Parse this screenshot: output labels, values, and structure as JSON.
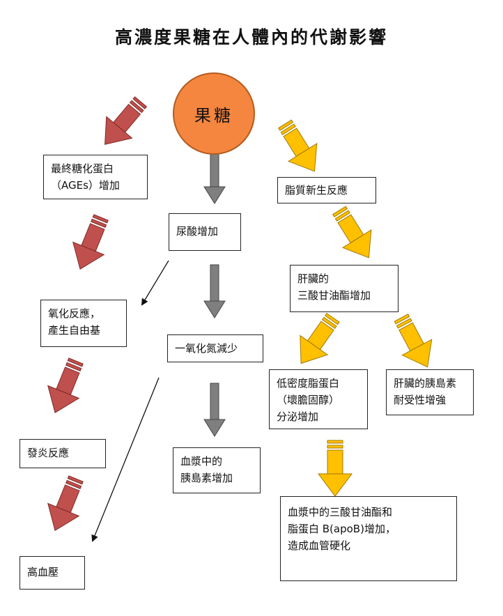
{
  "title": "高濃度果糖在人體內的代謝影響",
  "center": "果糖",
  "colors": {
    "red_arrow": "#c0504d",
    "yellow_arrow": "#ffc000",
    "gray_arrow": "#7f7f7f",
    "circle": "#f5863f"
  },
  "nodes": {
    "ages": [
      "最終糖化蛋白",
      "（AGEs）增加"
    ],
    "oxidation": [
      "氧化反應，",
      "產生自由基"
    ],
    "inflammation": [
      "發炎反應"
    ],
    "hypertension": [
      "高血壓"
    ],
    "uric_acid": [
      "尿酸增加"
    ],
    "nitric_oxide": [
      "一氧化氮減少"
    ],
    "plasma_insulin": [
      "血漿中的",
      "胰島素增加"
    ],
    "lipogenesis": [
      "脂質新生反應"
    ],
    "liver_tg": [
      "肝臟的",
      "三酸甘油酯增加"
    ],
    "ldl": [
      "低密度脂蛋白",
      "（壞膽固醇）",
      "分泌增加"
    ],
    "insulin_resistance": [
      "肝臟的胰島素",
      "耐受性增強"
    ],
    "plasma_tg": [
      "血漿中的三酸甘油酯和",
      "脂蛋白 B(apoB)增加，",
      "造成血管硬化"
    ]
  }
}
